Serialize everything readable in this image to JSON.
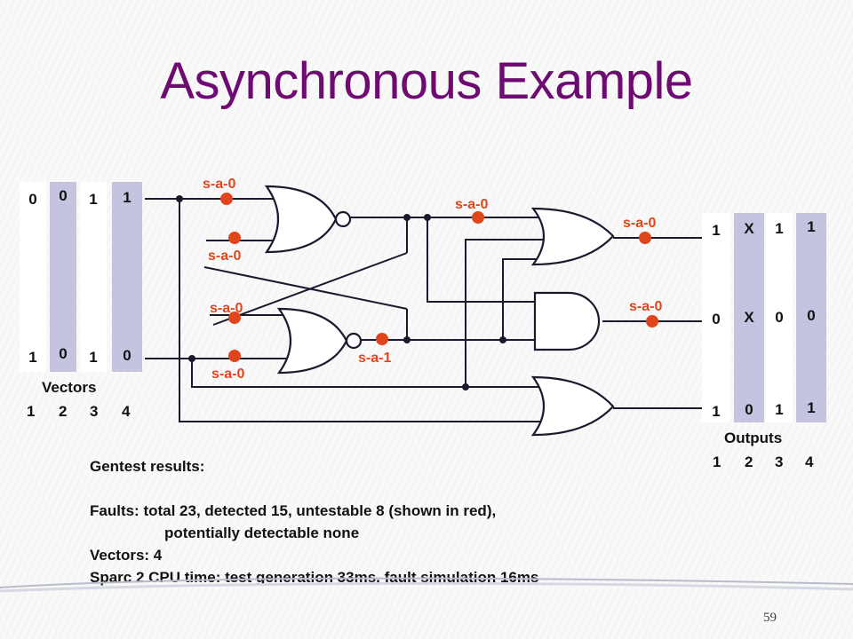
{
  "title": "Asynchronous Example",
  "vectors": {
    "label": "Vectors",
    "numbers": [
      "1",
      "2",
      "3",
      "4"
    ],
    "columns": [
      {
        "top": "0",
        "bottom": "1"
      },
      {
        "top": "0",
        "bottom": "0"
      },
      {
        "top": "1",
        "bottom": "1"
      },
      {
        "top": "1",
        "bottom": "0"
      }
    ]
  },
  "outputs": {
    "label": "Outputs",
    "numbers": [
      "1",
      "2",
      "3",
      "4"
    ],
    "columns": [
      {
        "r1": "1",
        "r2": "0",
        "r3": "1"
      },
      {
        "r1": "X",
        "r2": "X",
        "r3": "0"
      },
      {
        "r1": "1",
        "r2": "0",
        "r3": "1"
      },
      {
        "r1": "1",
        "r2": "0",
        "r3": "1"
      }
    ]
  },
  "faults": {
    "f1": "s-a-0",
    "f2": "s-a-0",
    "f3": "s-a-0",
    "f4": "s-a-0",
    "f5": "s-a-1",
    "f6": "s-a-0",
    "f7": "s-a-0",
    "f8": "s-a-0"
  },
  "results": {
    "heading": "Gentest results:",
    "faults_line": "Faults: total 23, detected 15, untestable 8 (shown in red),",
    "faults_cont": "potentially detectable none",
    "vectors_line": "Vectors: 4",
    "cpu_line": "Sparc 2 CPU time: test generation 33ms, fault simulation 16ms"
  },
  "page_number": "59",
  "colors": {
    "title": "#6e0b73",
    "fault": "#e0461b",
    "bar": "#c4c4e0",
    "wire": "#1a1a2e"
  }
}
